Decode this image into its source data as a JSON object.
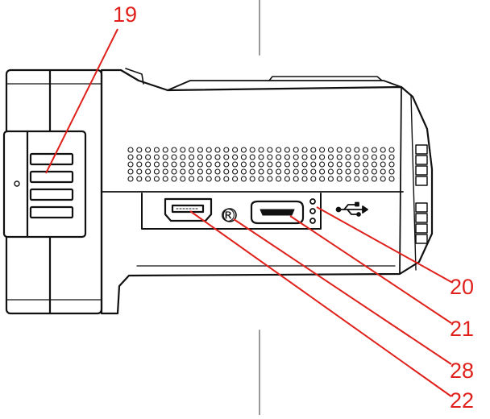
{
  "callouts": {
    "c19": "19",
    "c20": "20",
    "c21": "21",
    "c28": "28",
    "c22": "22"
  },
  "symbols": {
    "registered": "®",
    "usb": "⭠"
  },
  "colors": {
    "callout": "#e0201a",
    "outline": "#111111",
    "guide": "#9a9a9a"
  },
  "icons": [
    "usb-icon",
    "registered-mark",
    "mini-hdmi-port-icon",
    "micro-usb-port-icon"
  ]
}
